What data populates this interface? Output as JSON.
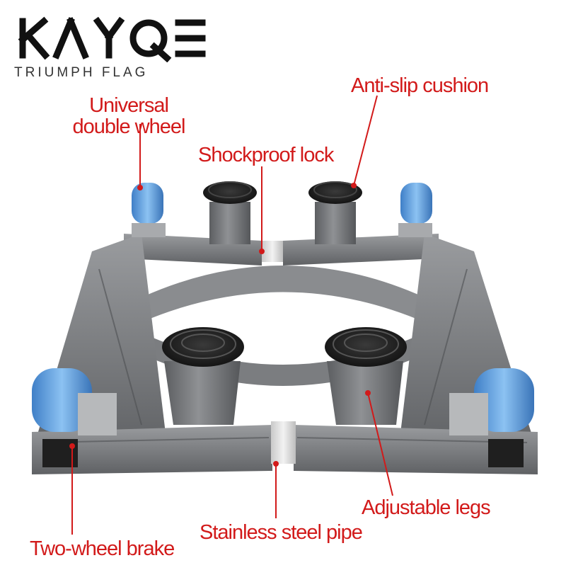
{
  "brand": {
    "logo_word": "KAYQE",
    "tagline": "TRIUMPH FLAG"
  },
  "labels": {
    "universal_line1": "Universal",
    "universal_line2": "double wheel",
    "shockproof": "Shockproof  lock",
    "antislip": "Anti-slip cushion",
    "adjustable": "Adjustable legs",
    "pipe": "Stainless steel pipe",
    "brake": "Two-wheel brake"
  },
  "colors": {
    "label_red": "#d21a1a",
    "frame_gray": "#7d7f82",
    "wheel_blue": "#5b9de0",
    "pad_black": "#1e1e1e"
  }
}
